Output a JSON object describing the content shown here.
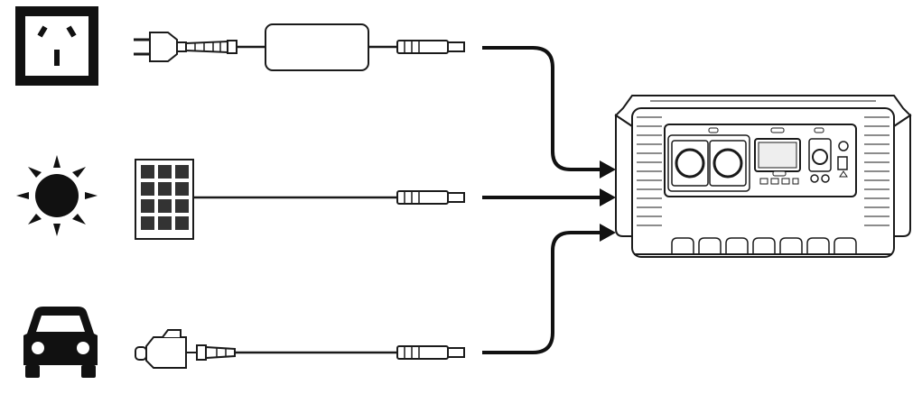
{
  "diagram": {
    "sources": [
      {
        "name": "wall-outlet",
        "icon": "wall-outlet-icon",
        "cable": "ac-adapter"
      },
      {
        "name": "solar",
        "icon": "sun-icon",
        "cable": "solar-panel"
      },
      {
        "name": "car",
        "icon": "car-icon",
        "cable": "car-charger"
      }
    ],
    "target": {
      "name": "portable-power-station",
      "icon": "power-station-icon"
    },
    "connector_count": 3
  },
  "colors": {
    "ink": "#1a1a1a",
    "fill_light": "#ffffff",
    "fill_dark": "#111111"
  }
}
